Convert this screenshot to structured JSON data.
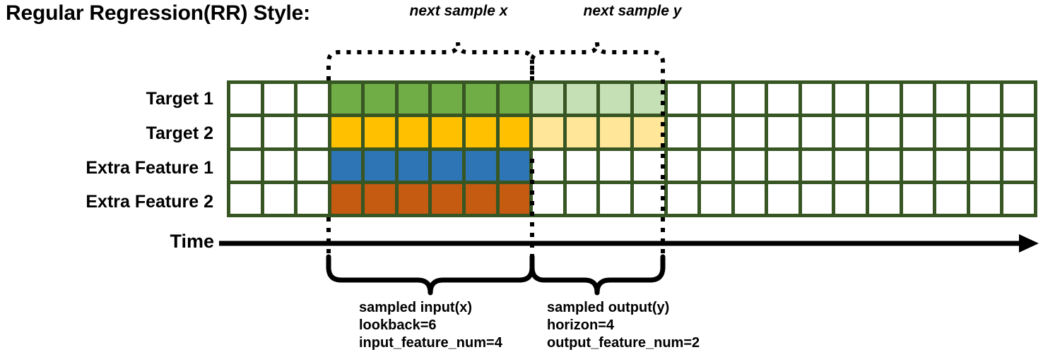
{
  "title": "Regular Regression(RR) Style:",
  "time_axis": {
    "label": "Time"
  },
  "top_annotations": {
    "next_sample_x": "next sample x",
    "next_sample_y": "next sample y"
  },
  "bottom_annotations": {
    "input": {
      "line1": "sampled input(x)",
      "line2": "lookback=6",
      "line3": "input_feature_num=4"
    },
    "output": {
      "line1": "sampled output(y)",
      "line2": "horizon=4",
      "line3": "output_feature_num=2"
    }
  },
  "colors": {
    "grid_border": "#375623",
    "empty_cell": "#ffffff",
    "target1_input": "#70AD47",
    "target1_output": "#C5E0B4",
    "target2_input": "#FFC000",
    "target2_output": "#FFE699",
    "extra1_input": "#2E75B6",
    "extra2_input": "#C55A11",
    "annotation_line": "#000000"
  },
  "grid": {
    "columns": 24,
    "lead_empty_columns": 3,
    "input_columns": 6,
    "output_columns": 4,
    "trailing_empty_columns": 11,
    "rows": [
      {
        "name": "target-1",
        "label": "Target 1",
        "fills": [
          "#ffffff",
          "#ffffff",
          "#ffffff",
          "#70AD47",
          "#70AD47",
          "#70AD47",
          "#70AD47",
          "#70AD47",
          "#70AD47",
          "#C5E0B4",
          "#C5E0B4",
          "#C5E0B4",
          "#C5E0B4",
          "#ffffff",
          "#ffffff",
          "#ffffff",
          "#ffffff",
          "#ffffff",
          "#ffffff",
          "#ffffff",
          "#ffffff",
          "#ffffff",
          "#ffffff",
          "#ffffff"
        ]
      },
      {
        "name": "target-2",
        "label": "Target 2",
        "fills": [
          "#ffffff",
          "#ffffff",
          "#ffffff",
          "#FFC000",
          "#FFC000",
          "#FFC000",
          "#FFC000",
          "#FFC000",
          "#FFC000",
          "#FFE699",
          "#FFE699",
          "#FFE699",
          "#FFE699",
          "#ffffff",
          "#ffffff",
          "#ffffff",
          "#ffffff",
          "#ffffff",
          "#ffffff",
          "#ffffff",
          "#ffffff",
          "#ffffff",
          "#ffffff",
          "#ffffff"
        ]
      },
      {
        "name": "extra-feature-1",
        "label": "Extra Feature 1",
        "fills": [
          "#ffffff",
          "#ffffff",
          "#ffffff",
          "#2E75B6",
          "#2E75B6",
          "#2E75B6",
          "#2E75B6",
          "#2E75B6",
          "#2E75B6",
          "#ffffff",
          "#ffffff",
          "#ffffff",
          "#ffffff",
          "#ffffff",
          "#ffffff",
          "#ffffff",
          "#ffffff",
          "#ffffff",
          "#ffffff",
          "#ffffff",
          "#ffffff",
          "#ffffff",
          "#ffffff",
          "#ffffff"
        ]
      },
      {
        "name": "extra-feature-2",
        "label": "Extra Feature 2",
        "fills": [
          "#ffffff",
          "#ffffff",
          "#ffffff",
          "#C55A11",
          "#C55A11",
          "#C55A11",
          "#C55A11",
          "#C55A11",
          "#C55A11",
          "#ffffff",
          "#ffffff",
          "#ffffff",
          "#ffffff",
          "#ffffff",
          "#ffffff",
          "#ffffff",
          "#ffffff",
          "#ffffff",
          "#ffffff",
          "#ffffff",
          "#ffffff",
          "#ffffff",
          "#ffffff",
          "#ffffff"
        ]
      }
    ]
  }
}
